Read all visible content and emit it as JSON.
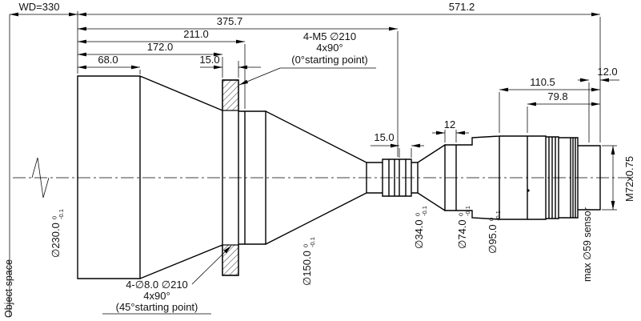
{
  "drawing": {
    "dims": {
      "wd": "WD=330",
      "total": "571.2",
      "len_375_7": "375.7",
      "len_211": "211.0",
      "len_172": "172.0",
      "len_68": "68.0",
      "flange_thickness": "15.0",
      "spacer_15": "15.0",
      "groove_12": "12",
      "rear_110_5": "110.5",
      "rear_12_0": "12.0",
      "rear_79_8": "79.8"
    },
    "notes": {
      "m5_line1": "4-M5 ∅210",
      "m5_line2": "4x90°",
      "m5_line3": "(0°starting point)",
      "holes_line1": "4-∅8.0 ∅210",
      "holes_line2": "4x90°",
      "holes_line3": "(45°starting point)"
    },
    "diameters": {
      "front": {
        "value": "∅230.0",
        "tol_upper": "0",
        "tol_lower": "-0.1"
      },
      "mid": {
        "value": "∅150.0",
        "tol_upper": "0",
        "tol_lower": "-0.1"
      },
      "waist": {
        "value": "∅34.0",
        "tol_upper": "0",
        "tol_lower": "-0.1"
      },
      "rear_small": {
        "value": "∅74.0",
        "tol_upper": "0",
        "tol_lower": "-0.1"
      },
      "rear_large": {
        "value": "∅95.0",
        "tol_upper": "0",
        "tol_lower": "-0.1"
      }
    },
    "thread": "M72x0.75",
    "sensor_note": "max ∅59 sensor",
    "object_space": "Object space"
  }
}
